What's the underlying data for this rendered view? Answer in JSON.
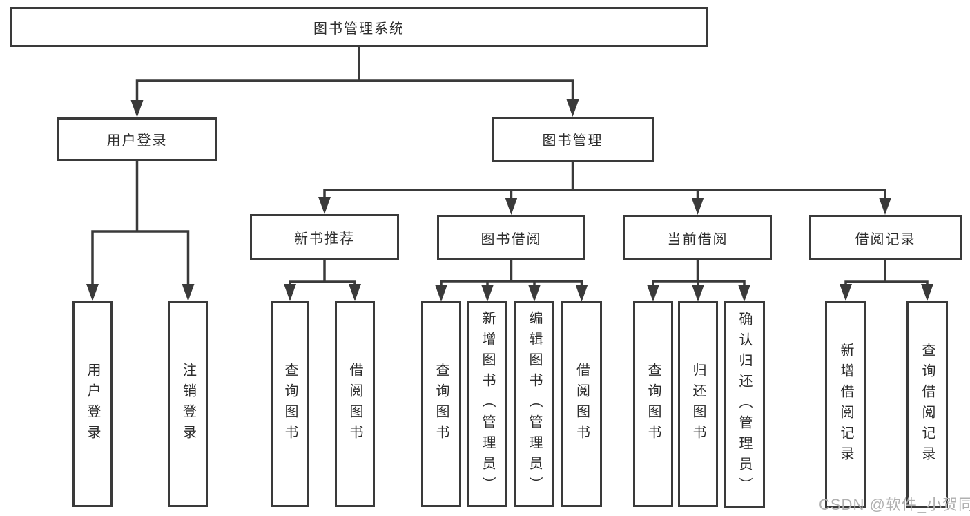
{
  "colors": {
    "line": "#3a3a3a",
    "box_border": "#3a3a3a",
    "box_fill": "#ffffff",
    "text": "#2d2d2d",
    "watermark": "#b0b0b0",
    "background": "#ffffff"
  },
  "diagram": {
    "root": "图书管理系统",
    "level2": [
      "用户登录",
      "图书管理"
    ],
    "level3": [
      "新书推荐",
      "图书借阅",
      "当前借阅",
      "借阅记录"
    ],
    "leaves": {
      "user": [
        "用户登录",
        "注销登录"
      ],
      "recommend": [
        "查询图书",
        "借阅图书"
      ],
      "borrow": [
        "查询图书",
        "新增图书（管理员）",
        "编辑图书（管理员）",
        "借阅图书"
      ],
      "current": [
        "查询图书",
        "归还图书",
        "确认归还（管理员）"
      ],
      "records": [
        "新增借阅记录",
        "查询借阅记录"
      ]
    }
  },
  "watermark": "CSDN @软件_小贺同学"
}
